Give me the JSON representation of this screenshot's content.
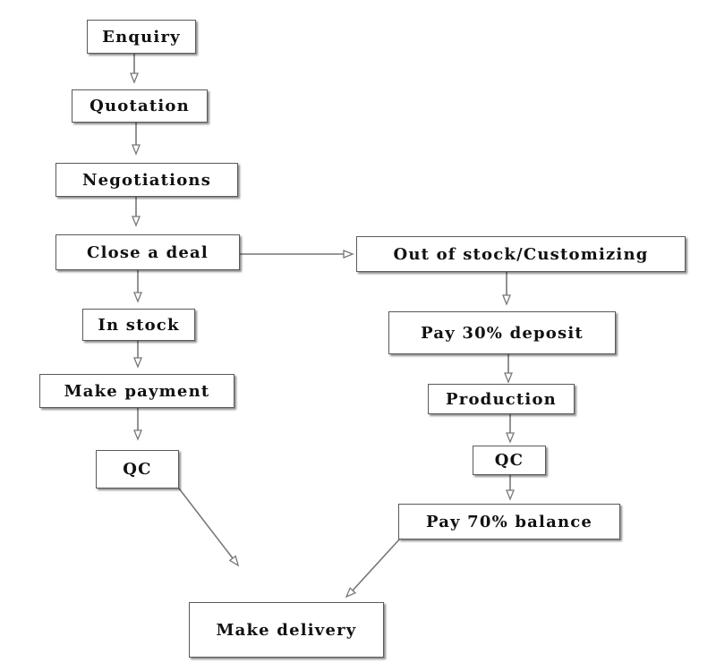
{
  "steps": {
    "enquiry": "Enquiry",
    "quotation": "Quotation",
    "negotiations": "Negotiations",
    "close_deal": "Close a deal",
    "in_stock": "In stock",
    "make_payment": "Make payment",
    "qc_left": "QC",
    "out_of_stock": "Out of stock/Customizing",
    "pay_deposit": "Pay 30% deposit",
    "production": "Production",
    "qc_right": "QC",
    "pay_balance": "Pay 70% balance",
    "make_delivery": "Make delivery"
  },
  "colors": {
    "box_border": "#5a5a5a",
    "arrow": "#777777",
    "text": "#111111"
  }
}
